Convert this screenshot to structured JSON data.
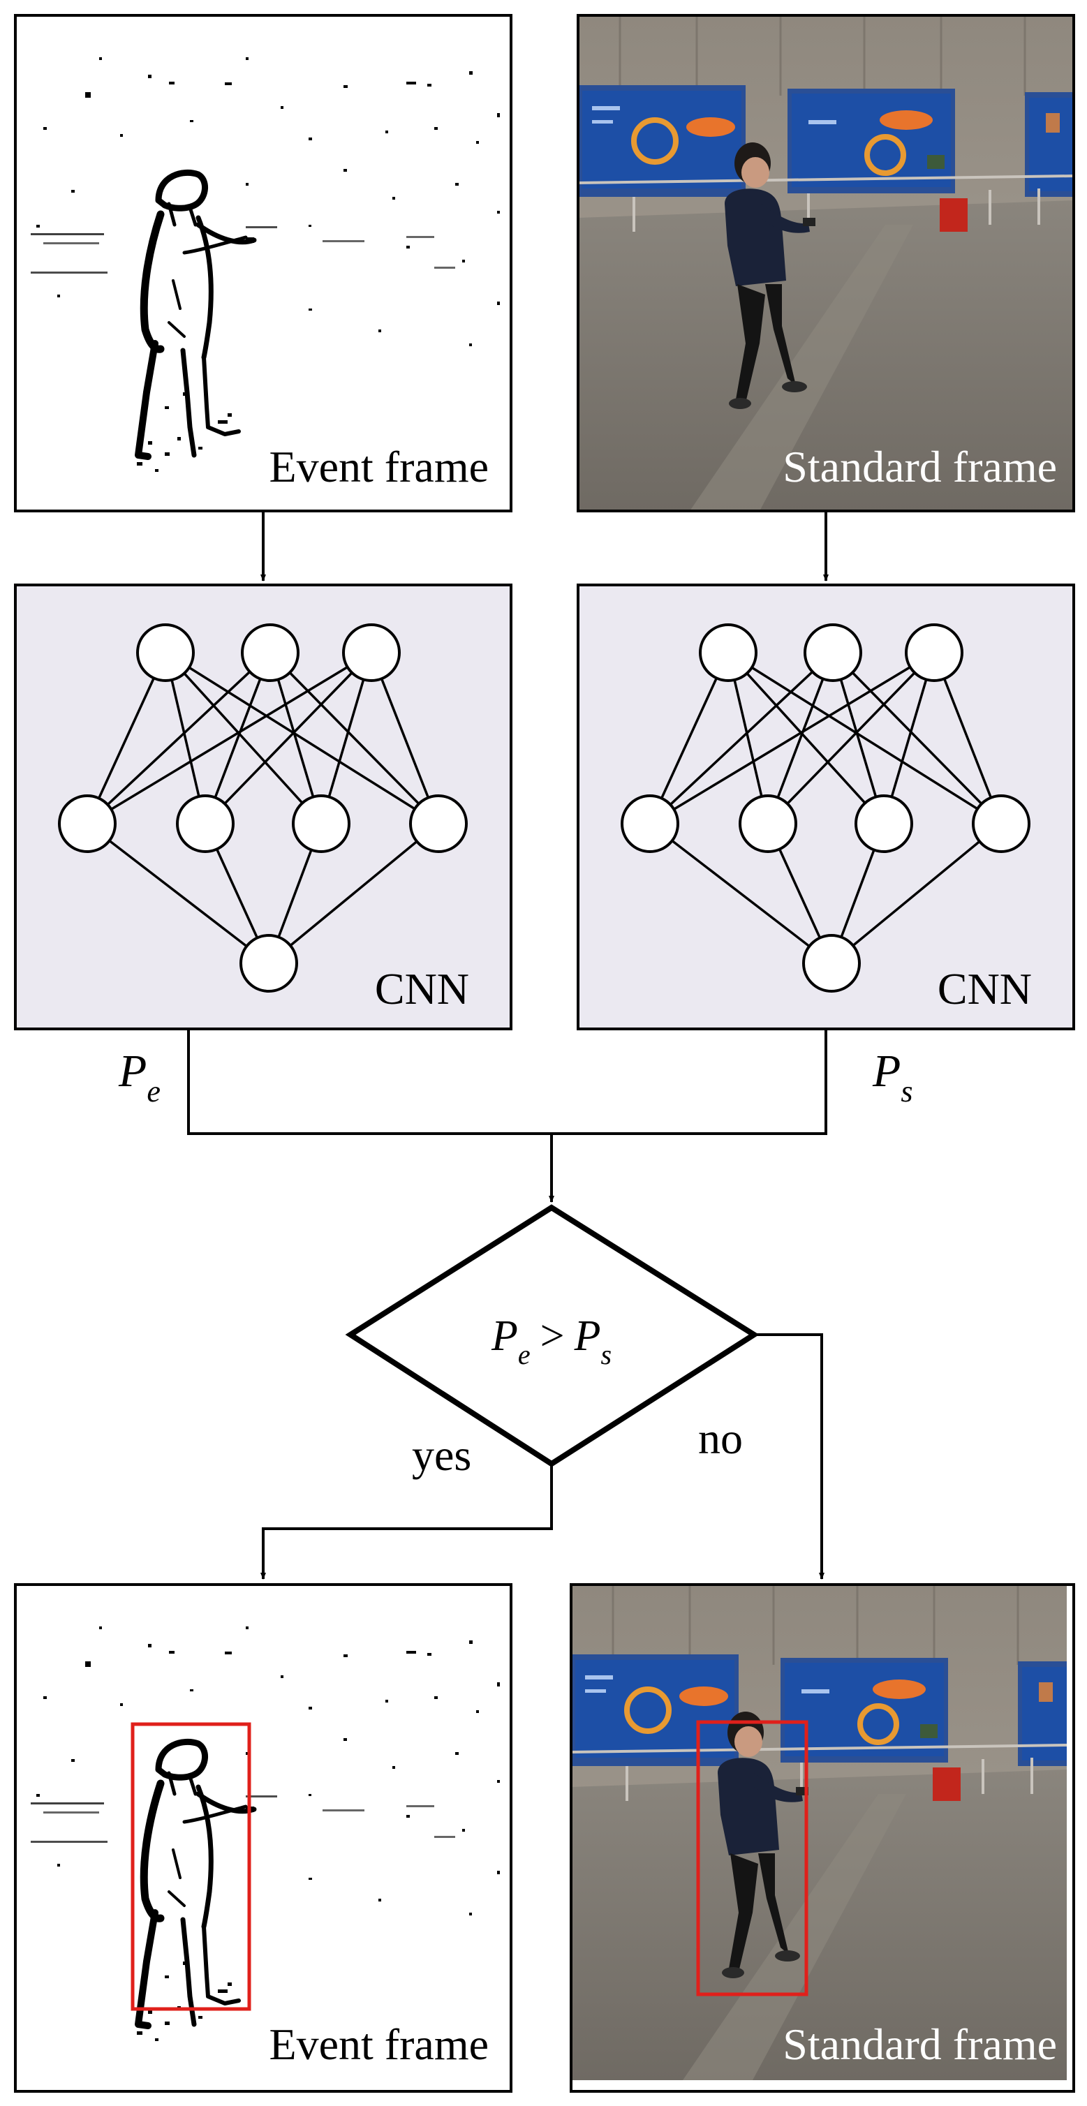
{
  "frames": {
    "event_top": "Event frame",
    "standard_top": "Standard frame",
    "event_bottom": "Event frame",
    "standard_bottom": "Standard frame"
  },
  "networks": {
    "left": "CNN",
    "right": "CNN"
  },
  "probabilities": {
    "left_symbol": "P",
    "left_subscript": "e",
    "right_symbol": "P",
    "right_subscript": "s"
  },
  "decision": {
    "lhs_symbol": "P",
    "lhs_subscript": "e",
    "operator": ">",
    "rhs_symbol": "P",
    "rhs_subscript": "s",
    "yes_label": "yes",
    "no_label": "no"
  },
  "colors": {
    "cnn_box_fill": "#ebe9f1",
    "detection_box": "#e0201b",
    "wall": "#9b948a",
    "floor": "#7d7870",
    "poster": "#1d4fa6"
  },
  "icons": {
    "network": "neural-network-icon",
    "person": "person-silhouette"
  }
}
